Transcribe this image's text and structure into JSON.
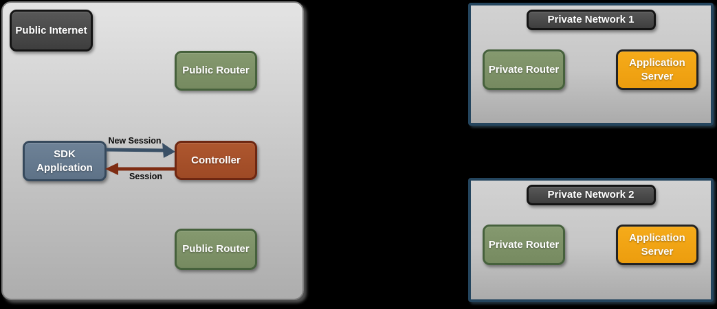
{
  "diagram": {
    "public_internet": {
      "title": "Public Internet",
      "router_top": "Public Router",
      "sdk_application": "SDK Application",
      "controller": "Controller",
      "router_bottom": "Public Router",
      "arrow_new_session": "New Session",
      "arrow_session": "Session"
    },
    "networks": [
      {
        "title": "Private Network 1",
        "router": "Private Router",
        "server": "Application Server"
      },
      {
        "title": "Private Network 2",
        "router": "Private Router",
        "server": "Application Server"
      }
    ],
    "colors": {
      "page_background": "#000000",
      "container_fill_top": "#e4e4e4",
      "container_fill_bottom": "#adadad",
      "container_border": "#7d7d7d",
      "panel_fill": "#c9c9c9",
      "panel_border": "#24455e",
      "dark_label_fill": "#4a4a4a",
      "dark_label_border": "#141414",
      "green_fill": "#7d9468",
      "green_border": "#46613c",
      "blue_fill": "#66798e",
      "blue_border": "#36495c",
      "rust_fill": "#a6502a",
      "rust_border": "#6e2711",
      "amber_fill": "#f2a414",
      "amber_border": "#232323",
      "arrow_new_session": "#3a5066",
      "arrow_session": "#7e2c12",
      "text_light": "#ffffff",
      "text_dark": "#0b0b0b"
    }
  }
}
